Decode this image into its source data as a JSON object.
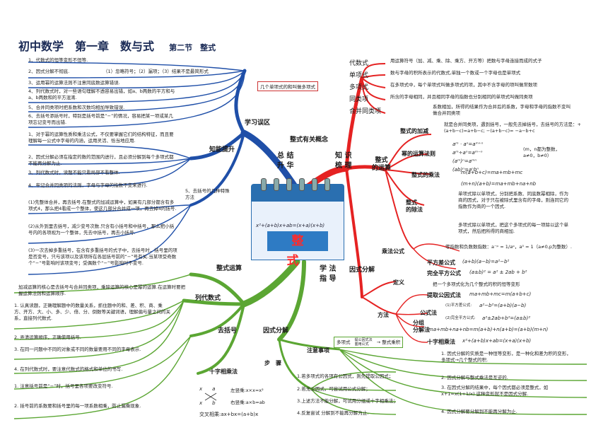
{
  "title": {
    "main": "初中数学　第一章　数与式",
    "sub": "第二节　整式"
  },
  "center": {
    "label": "整 式",
    "formula": "x²+(a+b)x+ab=(x+a)(x+b)"
  },
  "hubs": {
    "summary": "总 结\n升 华",
    "knowledge": "知 识\n梳 理",
    "method": "学 法\n指 导",
    "concepts": "整式有关概念",
    "ops": "整式\n的运算",
    "factor": "因式分解",
    "learn_mistakes": "学习误区",
    "improve": "知能提升",
    "ops_left": "整式运算",
    "equations": "列代数式",
    "brackets": "去括号",
    "factor_left": "因式分解",
    "cross": "十字相乘法",
    "steps": "步　骤",
    "notes": "注意事项"
  },
  "concepts": {
    "items": [
      {
        "term": "代数式",
        "desc": "用运算符号（加、减、乘、除、乘方、开方等）把数与字母连接而成的式子"
      },
      {
        "term": "单项式",
        "desc": "数与字母的积所表示的代数式,单独一个数或一个字母也是单项式"
      },
      {
        "term": "多项式",
        "desc": "在多项式中，每个单项式叫做多项式的项，其中不含字母的项叫做常数项"
      },
      {
        "term": "同类项",
        "desc": "所含的字母相同，并且相同字母的指数也分别相同的单项式叫做同类项"
      },
      {
        "term": "合并同类项",
        "desc": "系数相加，所得的结果作为合并后的系数，字母和字母的指数不变叫做合并同类项"
      }
    ],
    "side_box": "几个单项式的和叫做多项式"
  },
  "ops": {
    "add_label": "整式的加减",
    "add_text": "就是合并同类项，遇到括号，一般先去掉括号，去括号的方法是：+(a+b−c)=a+b−c; −(a+b−c)= −a−b+c",
    "power_label": "幂的运算法则",
    "power_rules": [
      "aᵐ · aⁿ=aᵐ⁺ⁿ",
      "aᵐ÷aⁿ=aᵐ⁻ⁿ",
      "(aᵐ)ⁿ=aᵐⁿ",
      "(ab)ⁿ=aⁿbⁿ"
    ],
    "power_note": "(m，n都为整数，a≠0，b≠0）",
    "mul_label": "整式的乘法",
    "mul_rules": [
      "m(a+b+c)=ma+mb+mc",
      "(m+n)(a+b)=ma+mb+na+nb"
    ],
    "div_label": "整式\n的除法",
    "div_text1": "单项式除以单项式，分别把系数、同底数幂相除，作为商的因式，对于只在被除式里含有的字母，则连同它的指数作为商的一个因式.",
    "div_text2": "多项式除以单项式，把这个多项式的每一项除以这个单项式，然后把所得的商相加.",
    "zero_neg": "零指数和负数数指数：a⁻ᵖ = 1/aᵖ，a⁰ = 1（a≠0,p为整数）.",
    "formula_label": "乘法公式",
    "square_diff_label": "平方差公式",
    "square_diff": "(a+b)(a−b)=a²−b²",
    "perfect_sq_label": "完全平方公式",
    "perfect_sq": "(a±b)² = a² ± 2ab + b²"
  },
  "factor": {
    "def_label": "定义",
    "def_text": "把一个多项式化为几个整式的积的恒等变形",
    "method_label": "方法",
    "common_label": "提取公因式法",
    "common_formula": "ma+mb+mc=m(a+b+c)",
    "formula_label": "公式法",
    "sq_diff_tag": "(1)平方差公式:",
    "sq_diff": "a²−b²=(a+b)(a−b)",
    "perfect_tag": "(2)完全平方公式:",
    "perfect": "a²±2ab+b²=(a±b)²",
    "group_label": "分组\n分解法",
    "group": "ma+mb+na+nb=m(a+b)+n(a+b)=(a+b)(m+n)",
    "cross_label": "十字相乘法",
    "cross": "x²+(a+b)x+ab=(x+a)(x+b)"
  },
  "learn_mistakes": [
    "1、代数式的恒等变形不恒等.",
    "2、因式分解不彻底.",
    "（1）忽略符号；（2）漏项；（3）结果不是最简形式",
    "3、运用幂的运算法则不注意同底数运算错误.",
    "4、列代数式时，对一些语句理解不透容易出错，如a、b两数的平方和与a、b两数和的平方混淆.",
    "5、合并同类项时把系数和次数均相加导致错误.",
    "6、去括号添括号时，特别是括号前是“−”的情况，容易把某一项或某几项忘记变号而出错."
  ],
  "improve": [
    "1、对于幂的运算性质和乘法公式，不仅要掌握它们的结构特征，而且要理解每一公式中字母的内涵，运用灵活、恰当地应用.",
    "2、因式分解必须在指定的数的范围内进行，且必须分解到每个多项式都不能再分解为止.",
    "3、列代数式时，读题不能只看局部不看整体.",
    "4、牢记合并同类项的法则，字母与字母的指数不变来进行."
  ],
  "brackets_cases": {
    "label": "5、去括号的几种特殊方法",
    "items": [
      "(1)先整体合并，再去括号.在整式的加减运算中，如果有几部分都含有多项式4，那么把4看成一个整体，使这几部分合并成一项，再去掉4的括号.",
      "(2)从外到里去括号，减少变号次数.只含有小括号和中括号，那么把小括号内的各项视为一个整体，先去中括号，再去小括号.",
      "(3)一次去掉多重括号，在含有多重括号的式子中，去括号时，括号里的项是否变号，只与该项以及该项所在各层括号前的“−”号有关.当某项受奇数个“−”号影响时该项变号；受偶数个“−”号影响时不变号."
    ]
  },
  "ops_left_text": "加减运算的核心是去括号与合并同类项，乘除运算的核心是幂的运算.在运算时要把握运算法则和运算顺序.",
  "equations": [
    "1. 认真读题，正确理解题中的数量关系，抓住题中的和、差、积、商、乘方、开方、大、小、多、少、倍、分、倒数等关键词语，理解偏与量之间的关系，直接列代数式.",
    "2. 弄清运算顺序，正确使用括号.",
    "3. 在同一问题中不同的对象或不同的数量要用不同的字母表示.",
    "4. 在列代数式时，要注意代数式的格式和单位的书写."
  ],
  "brackets_notes": [
    "1. 注意括号前是“−”时，括号里各项要改变符号.",
    "2. 括号前的系数要和括号里的每一项系数相乘，防止漏乘现象."
  ],
  "cross_left": {
    "rows": [
      "x　　a",
      "x　　b"
    ],
    "lines": [
      "左竖乘:x×x=x²",
      "右竖乘:a×b=ab",
      "交叉相乘:ax+bx=(a+b)x"
    ]
  },
  "factor_left": {
    "box": [
      "多项式",
      "提公因式法\n套用公式",
      "整式乘积"
    ],
    "steps": [
      "1.若多项式的各项有公因式，则先提取公因式；",
      "2.若无公因式，可尝试用公式分解；",
      "3.上述方法不能分解，可试用分组或十字相乘法；",
      "4.反复尝试 分解到不能再分解为止."
    ],
    "notes": [
      "1. 因式分解的实质是一种恒等变形，是一种化和差为积的变形，多项式→几个整式的积.",
      "2. 因式分解与整式乘法是互逆的.",
      "3. 在因式分解的结果中，每个因式都必须是整式，如 x+1=x(1+1/x) 这种变形就不是因式分解.",
      "4. 因式分解要分解到不能再分解为止."
    ]
  },
  "colors": {
    "red": "#e52222",
    "blue": "#1f4fa8",
    "green": "#5ba633",
    "title": "#1a2a55"
  }
}
